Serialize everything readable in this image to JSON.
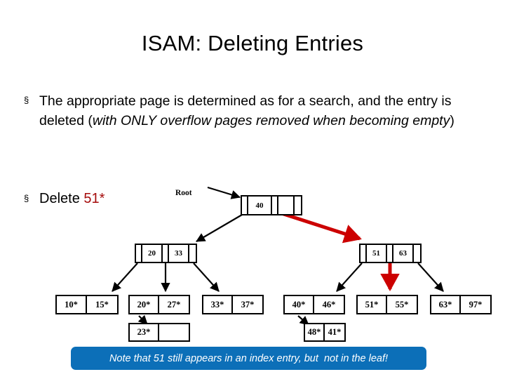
{
  "slide": {
    "title": "ISAM: Deleting Entries",
    "bullets": [
      {
        "marker": "§",
        "parts": [
          {
            "text": "The appropriate page is determined as for a search, and the entry is deleted (",
            "italic": false
          },
          {
            "text": "with ONLY overflow pages removed when becoming empty",
            "italic": true
          },
          {
            "text": ")",
            "italic": false
          }
        ]
      }
    ],
    "operation": {
      "marker": "§",
      "label": "Delete ",
      "value": "51*",
      "value_color": "#A50B0B"
    },
    "callout": {
      "text": "Note that 51 still appears in an index entry, but  not in the leaf!",
      "background": "#0c6fb8",
      "text_color": "#ffffff"
    }
  },
  "diagram": {
    "root_label": "Root",
    "highlight_color": "#CC0000",
    "line_color": "#000000",
    "root": {
      "cells": [
        "",
        "40",
        "",
        "",
        ""
      ]
    },
    "index_nodes": [
      {
        "cells": [
          "",
          "20",
          "",
          "33",
          ""
        ]
      },
      {
        "cells": [
          "",
          "51",
          "",
          "63",
          ""
        ]
      }
    ],
    "leaves": [
      {
        "cells": [
          "10*",
          "15*"
        ]
      },
      {
        "cells": [
          "20*",
          "27*"
        ]
      },
      {
        "cells": [
          "33*",
          "37*"
        ]
      },
      {
        "cells": [
          "40*",
          "46*"
        ]
      },
      {
        "cells": [
          "51*",
          "55*"
        ]
      },
      {
        "cells": [
          "63*",
          "97*"
        ]
      }
    ],
    "overflow": [
      {
        "cells": [
          "23*",
          ""
        ]
      },
      {
        "cells": [
          "48*",
          "41*"
        ]
      }
    ]
  }
}
